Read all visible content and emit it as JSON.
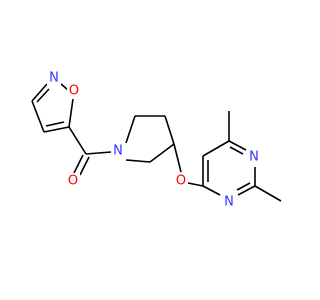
{
  "molecule": {
    "atoms": {
      "n_isoxazole": "N",
      "o_isoxazole": "O",
      "o_carbonyl": "O",
      "n_pyrrolidine": "N",
      "o_ether": "O",
      "n_pyrimidine_1": "N",
      "n_pyrimidine_2": "N"
    },
    "colors": {
      "bond": "#000000",
      "nitrogen": "#3333ff",
      "oxygen": "#ff0000",
      "background": "#ffffff"
    }
  }
}
